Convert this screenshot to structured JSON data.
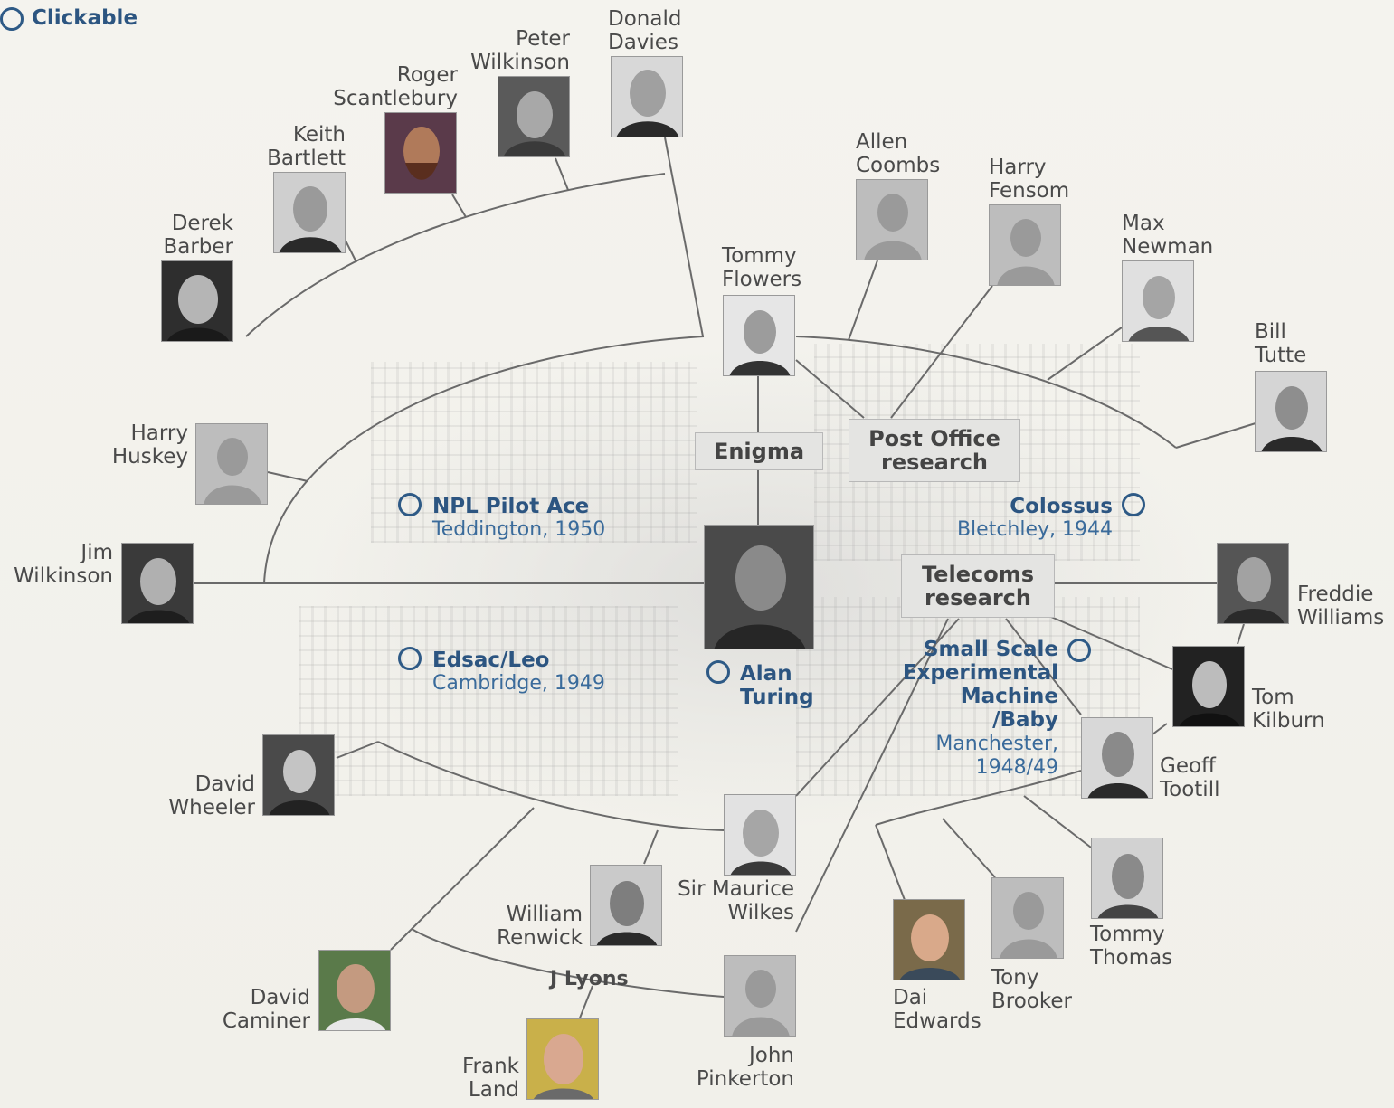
{
  "legend": {
    "label": "Clickable"
  },
  "center": {
    "title": "Alan\nTuring"
  },
  "topics": {
    "enigma": "Enigma",
    "post_office": "Post Office\nresearch",
    "telecoms": "Telecoms\nresearch",
    "j_lyons": "J Lyons"
  },
  "machines": [
    {
      "title": "NPL Pilot Ace",
      "sub": "Teddington, 1950"
    },
    {
      "title": "Colossus",
      "sub": "Bletchley, 1944"
    },
    {
      "title": "Edsac/Leo",
      "sub": "Cambridge, 1949"
    },
    {
      "title": "Small Scale\nExperimental\nMachine\n/Baby",
      "sub": "Manchester,\n1948/49"
    }
  ],
  "people": {
    "donald_davies": "Donald\nDavies",
    "peter_wilkinson": "Peter\nWilkinson",
    "roger_scantlebury": "Roger\nScantlebury",
    "keith_bartlett": "Keith\nBartlett",
    "derek_barber": "Derek\nBarber",
    "allen_coombs": "Allen\nCoombs",
    "harry_fensom": "Harry\nFensom",
    "max_newman": "Max\nNewman",
    "tommy_flowers": "Tommy\nFlowers",
    "bill_tutte": "Bill\nTutte",
    "harry_huskey": "Harry\nHuskey",
    "jim_wilkinson": "Jim\nWilkinson",
    "freddie_williams": "Freddie\nWilliams",
    "tom_kilburn": "Tom\nKilburn",
    "geoff_tootill": "Geoff\nTootill",
    "david_wheeler": "David\nWheeler",
    "maurice_wilkes": "Sir Maurice\nWilkes",
    "william_renwick": "William\nRenwick",
    "tommy_thomas": "Tommy\nThomas",
    "tony_brooker": "Tony\nBrooker",
    "dai_edwards": "Dai\nEdwards",
    "david_caminer": "David\nCaminer",
    "frank_land": "Frank\nLand",
    "john_pinkerton": "John\nPinkerton"
  },
  "colors": {
    "link": "#2c5581",
    "line": "#6a6a6a",
    "text": "#4a4a4a",
    "topic_bg": "#e4e4e2"
  }
}
